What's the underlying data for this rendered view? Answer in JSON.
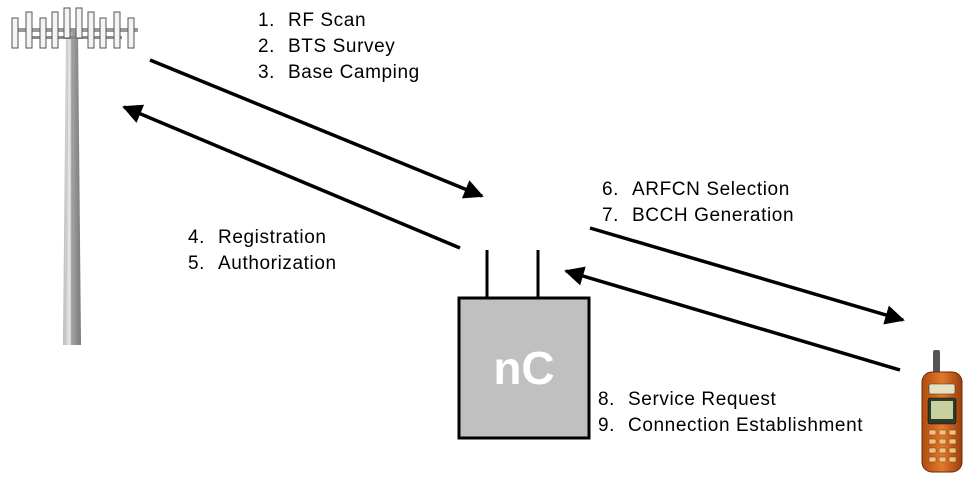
{
  "device": {
    "label": "nC"
  },
  "steps_tower_down": [
    {
      "num": "1.",
      "label": "RF Scan"
    },
    {
      "num": "2.",
      "label": "BTS Survey"
    },
    {
      "num": "3.",
      "label": "Base Camping"
    }
  ],
  "steps_tower_up": [
    {
      "num": "4.",
      "label": "Registration"
    },
    {
      "num": "5.",
      "label": "Authorization"
    }
  ],
  "steps_phone_down": [
    {
      "num": "6.",
      "label": "ARFCN Selection"
    },
    {
      "num": "7.",
      "label": "BCCH Generation"
    }
  ],
  "steps_phone_up": [
    {
      "num": "8.",
      "label": "Service Request"
    },
    {
      "num": "9.",
      "label": "Connection Establishment"
    }
  ],
  "colors": {
    "device_fill": "#c0c0c0",
    "phone_body": "#d8641c",
    "tower_mast": "#9a9a9a",
    "arrow": "#000000"
  }
}
